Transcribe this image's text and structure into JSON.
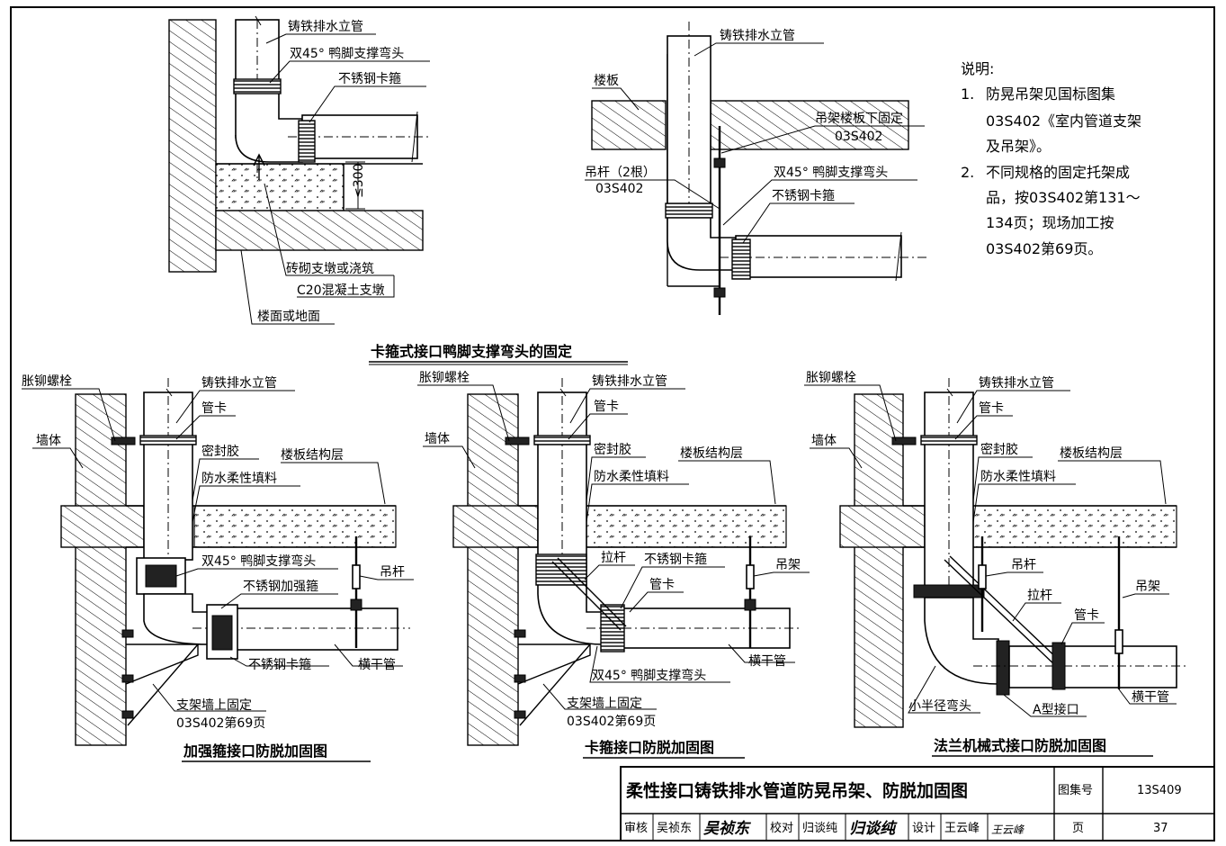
{
  "figures": {
    "top_left": {
      "labels": {
        "riser": "铸铁排水立管",
        "elbow": "双45° 鸭脚支撑弯头",
        "clamp": "不锈钢卡箍",
        "dim": "≤300",
        "pier1": "砖砌支墩或浇筑",
        "pier2": "C20混凝土支墩",
        "floor": "楼面或地面"
      }
    },
    "top_right": {
      "labels": {
        "riser": "铸铁排水立管",
        "slab": "楼板",
        "fix": "吊架楼板下固定",
        "fix_ref": "03S402",
        "rod": "吊杆（2根）",
        "rod_ref": "03S402",
        "elbow": "双45° 鸭脚支撑弯头",
        "clamp": "不锈钢卡箍"
      }
    },
    "title_top": "卡箍式接口鸭脚支撑弯头的固定",
    "bottom_left": {
      "title": "加强箍接口防脱加固图",
      "labels": {
        "bolt": "胀铆螺栓",
        "riser": "铸铁排水立管",
        "pipe_clip": "管卡",
        "wall": "墙体",
        "sealant": "密封胶",
        "slab": "楼板结构层",
        "filler": "防水柔性填料",
        "elbow": "双45° 鸭脚支撑弯头",
        "rod": "吊杆",
        "reinforce": "不锈钢加强箍",
        "clamp": "不锈钢卡箍",
        "branch": "横干管",
        "support": "支架墙上固定",
        "support_ref": "03S402第69页"
      }
    },
    "bottom_mid": {
      "title": "卡箍接口防脱加固图",
      "labels": {
        "bolt": "胀铆螺栓",
        "riser": "铸铁排水立管",
        "pipe_clip": "管卡",
        "wall": "墙体",
        "sealant": "密封胶",
        "slab": "楼板结构层",
        "filler": "防水柔性填料",
        "tie": "拉杆",
        "clamp": "不锈钢卡箍",
        "hanger": "吊架",
        "pipe_clip2": "管卡",
        "branch": "横干管",
        "elbow": "双45° 鸭脚支撑弯头",
        "support": "支架墙上固定",
        "support_ref": "03S402第69页"
      }
    },
    "bottom_right": {
      "title": "法兰机械式接口防脱加固图",
      "labels": {
        "bolt": "胀铆螺栓",
        "riser": "铸铁排水立管",
        "pipe_clip": "管卡",
        "wall": "墙体",
        "sealant": "密封胶",
        "slab": "楼板结构层",
        "filler": "防水柔性填料",
        "rod": "吊杆",
        "hanger": "吊架",
        "tie": "拉杆",
        "pipe_clip2": "管卡",
        "elbow": "小半径弯头",
        "joint": "A型接口",
        "branch": "横干管"
      }
    }
  },
  "notes": {
    "heading": "说明:",
    "items": [
      {
        "num": "1.",
        "lines": [
          "防晃吊架见国标图集",
          "03S402《室内管道支架",
          "及吊架》。"
        ]
      },
      {
        "num": "2.",
        "lines": [
          "不同规格的固定托架成",
          "品，按03S402第131～",
          "134页；现场加工按",
          "03S402第69页。"
        ]
      }
    ]
  },
  "title_block": {
    "title": "柔性接口铸铁排水管道防晃吊架、防脱加固图",
    "atlas_label": "图集号",
    "atlas_no": "13S409",
    "review_label": "审核",
    "reviewer": "吴祯东",
    "reviewer_sig": "吴祯东",
    "check_label": "校对",
    "checker": "归谈纯",
    "checker_sig": "归谈纯",
    "design_label": "设计",
    "designer": "王云峰",
    "designer_sig": "王云峰",
    "page_label": "页",
    "page_no": "37"
  }
}
